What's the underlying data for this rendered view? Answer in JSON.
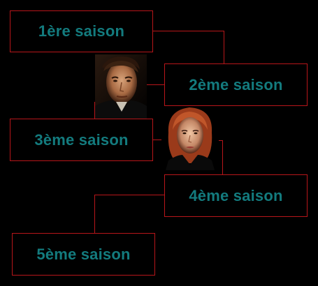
{
  "colors": {
    "background": "#000000",
    "border": "#b8161a",
    "label": "#137b7e"
  },
  "seasons": [
    {
      "label": "1ère saison"
    },
    {
      "label": "2ème saison"
    },
    {
      "label": "3ème saison"
    },
    {
      "label": "4ème saison"
    },
    {
      "label": "5ème saison"
    }
  ],
  "portraits": [
    {
      "icon": "male-agent-portrait-icon"
    },
    {
      "icon": "female-agent-portrait-icon"
    }
  ]
}
